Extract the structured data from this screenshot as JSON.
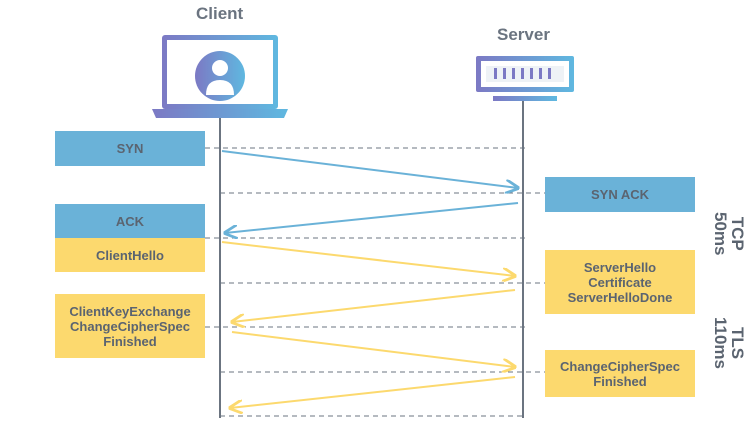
{
  "client": {
    "title": "Client",
    "icon": "user-laptop-icon"
  },
  "server": {
    "title": "Server",
    "icon": "server-rack-icon"
  },
  "client_messages": [
    {
      "label": "SYN",
      "color": "#6ab2d8"
    },
    {
      "label": "ACK",
      "color": "#6ab2d8"
    },
    {
      "label": "ClientHello",
      "color": "#fcd96e"
    },
    {
      "label": "ClientKeyExchange\nChangeCipherSpec\nFinished",
      "color": "#fcd96e"
    }
  ],
  "server_messages": [
    {
      "label": "SYN ACK",
      "color": "#6ab2d8"
    },
    {
      "label": "ServerHello\nCertificate\nServerHelloDone",
      "color": "#fcd96e"
    },
    {
      "label": "ChangeCipherSpec\nFinished",
      "color": "#fcd96e"
    }
  ],
  "phases": [
    {
      "label": "TCP\n50ms"
    },
    {
      "label": "TLS\n110ms"
    }
  ],
  "colors": {
    "tcp": "#6ab2d8",
    "tls": "#fcd96e",
    "timeline": "#6b7480",
    "dashed": "#6b7480"
  }
}
